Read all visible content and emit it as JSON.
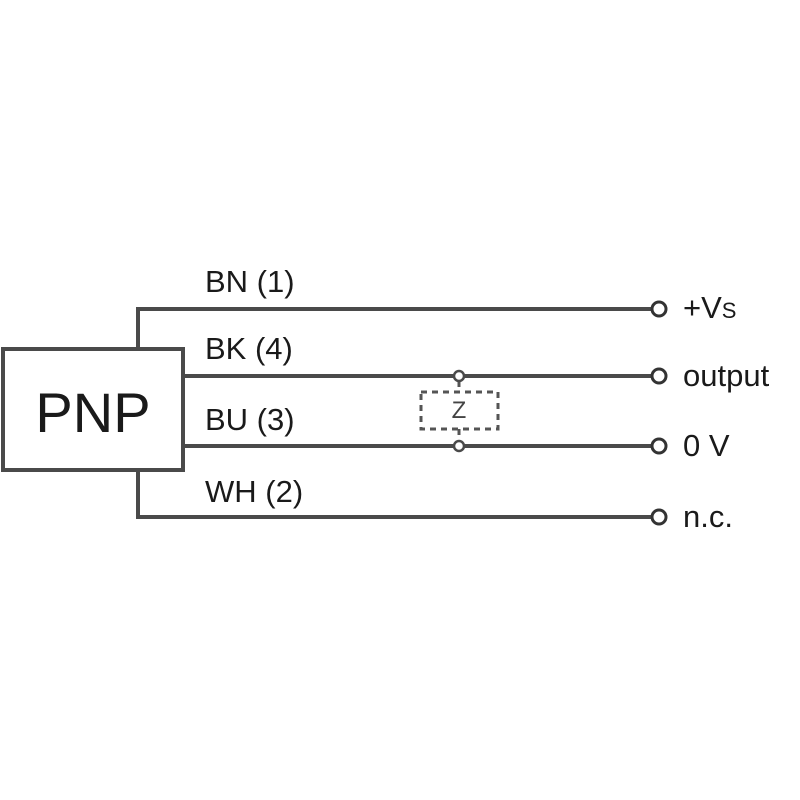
{
  "sensor": {
    "type_label": "PNP"
  },
  "wires": [
    {
      "code": "BN (1)",
      "terminal": "+V",
      "terminal_sub": "S"
    },
    {
      "code": "BK (4)",
      "terminal": "output",
      "terminal_sub": ""
    },
    {
      "code": "BU (3)",
      "terminal": "0 V",
      "terminal_sub": ""
    },
    {
      "code": "WH (2)",
      "terminal": "n.c.",
      "terminal_sub": ""
    }
  ],
  "load": {
    "label": "Z"
  }
}
